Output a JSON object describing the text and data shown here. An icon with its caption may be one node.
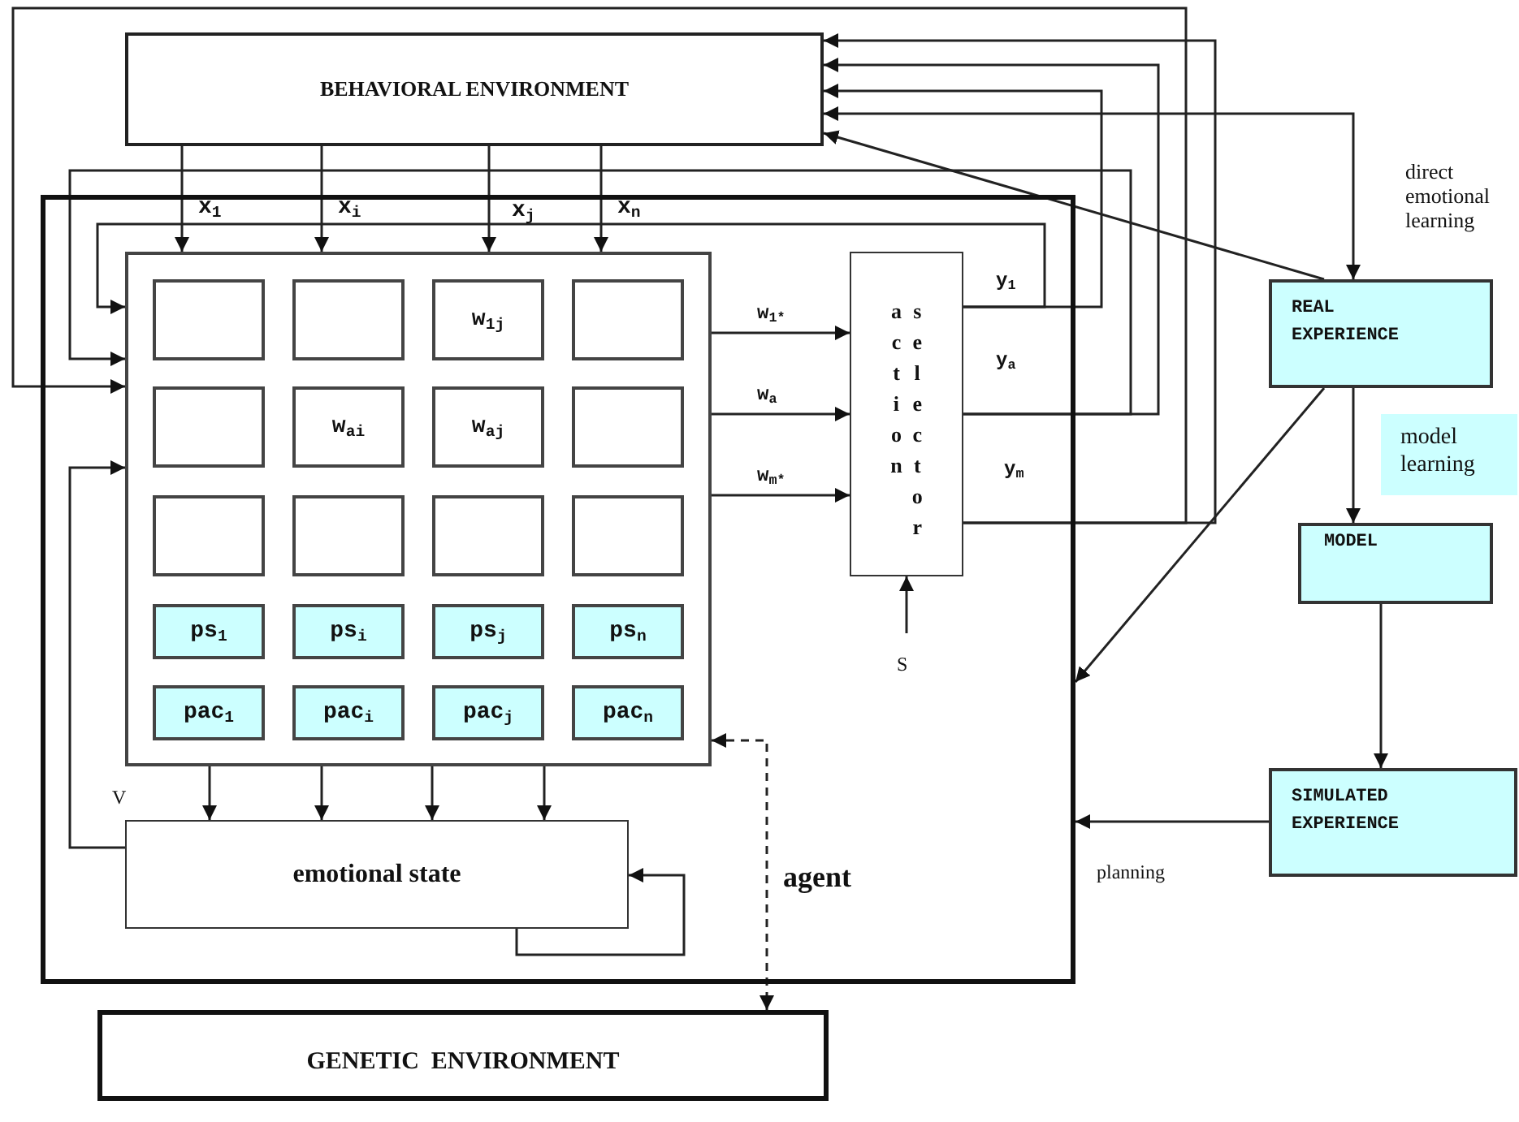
{
  "diagram": {
    "nodes": [
      {
        "text": [
          "BEHAVIORAL ENVIRONMENT"
        ]
      },
      {
        "text": [
          "agent"
        ]
      },
      {
        "text": [],
        "shape": "box",
        "in": 1
      },
      {
        "text": [],
        "shape": "box",
        "in": 2
      },
      {
        "text": [],
        "shape": "box",
        "in": 2
      },
      {
        "text": [
          "w$_{1j}$"
        ],
        "in": 2
      },
      {
        "text": [],
        "shape": "box",
        "in": 2
      },
      {
        "text": [],
        "shape": "box",
        "in": 2
      },
      {
        "text": [
          "w$_{ai}$"
        ],
        "in": 2
      },
      {
        "text": [
          "w$_{aj}$"
        ],
        "in": 2
      },
      {
        "text": [],
        "shape": "box",
        "in": 2
      },
      {
        "text": [],
        "shape": "box",
        "in": 2
      },
      {
        "text": [],
        "shape": "box",
        "in": 2
      },
      {
        "text": [],
        "shape": "box",
        "in": 2
      },
      {
        "text": [],
        "shape": "box",
        "in": 2
      },
      {
        "text": [
          "ps$_{1}$"
        ],
        "in": 2
      },
      {
        "text": [
          "ps$_{i}$"
        ],
        "in": 2
      },
      {
        "text": [
          "ps$_{j}$"
        ],
        "in": 2
      },
      {
        "text": [
          "ps$_{n}$"
        ],
        "in": 2
      },
      {
        "text": [
          "pac$_{1}$"
        ],
        "in": 2
      },
      {
        "text": [
          "pac$_{i}$"
        ],
        "in": 2
      },
      {
        "text": [
          "pac$_{j}$"
        ],
        "in": 2
      },
      {
        "text": [
          "pac$_{n}$"
        ],
        "in": 2
      },
      {
        "text": [
          "action",
          "selector"
        ],
        "in": 1
      },
      {
        "text": [
          "emotional state"
        ],
        "in": 1
      },
      {
        "text": [
          "GENETIC  ENVIRONMENT"
        ]
      },
      {
        "text": [
          "REAL EXPERIENCE"
        ]
      },
      {
        "text": [
          "model learning"
        ]
      },
      {
        "text": [
          "MODEL"
        ]
      },
      {
        "text": [
          "SIMULATED EXPERIENCE"
        ]
      }
    ],
    "edges": [
      {
        "from": 0,
        "to": 2,
        "arrow": "to",
        "label": "x$_{1}$"
      },
      {
        "from": 0,
        "to": 2,
        "arrow": "to",
        "label": "x$_{i}$"
      },
      {
        "from": 0,
        "to": 2,
        "arrow": "to",
        "label": "x$_{j}$"
      },
      {
        "from": 0,
        "to": 2,
        "arrow": "to",
        "label": "x$_{n}$"
      },
      {
        "from": 2,
        "to": 23,
        "arrow": "to",
        "label": "w$_{1*}$"
      },
      {
        "from": 2,
        "to": 23,
        "arrow": "to",
        "label": "w$_{a}$"
      },
      {
        "from": 2,
        "to": 23,
        "arrow": "to",
        "label": "w$_{m*}$"
      },
      {
        "from": 23,
        "to": 0,
        "arrow": "to",
        "label": "y$_{1}$"
      },
      {
        "from": 23,
        "to": 0,
        "arrow": "to",
        "label": "y$_{a}$"
      },
      {
        "from": 23,
        "to": 0,
        "arrow": "to",
        "label": "y$_{m}$"
      },
      {
        "from": 23,
        "to": 2,
        "arrow": "to"
      },
      {
        "from": 23,
        "to": 2,
        "arrow": "to"
      },
      {
        "from": 23,
        "to": 2,
        "arrow": "to"
      },
      {
        "from": 24,
        "to": 2,
        "arrow": "to",
        "label": "V"
      },
      {
        "from": 2,
        "to": 24,
        "arrow": "to"
      },
      {
        "from": 2,
        "to": 24,
        "arrow": "to"
      },
      {
        "from": 2,
        "to": 24,
        "arrow": "to"
      },
      {
        "from": 2,
        "to": 24,
        "arrow": "to"
      },
      {
        "from": 24,
        "to": 24,
        "arrow": "to"
      },
      {
        "from": null,
        "to": 23,
        "arrow": "to",
        "label": "S"
      },
      {
        "from": 2,
        "to": 25,
        "arrow": "both",
        "style": "dashed"
      },
      {
        "from": 26,
        "to": 0,
        "arrow": "to"
      },
      {
        "from": 0,
        "to": 26,
        "arrow": "both",
        "label": "direct emotional learning"
      },
      {
        "from": 26,
        "to": 1,
        "arrow": "to"
      },
      {
        "from": 26,
        "to": 28,
        "arrow": "to"
      },
      {
        "from": 28,
        "to": 29,
        "arrow": "to"
      },
      {
        "from": 29,
        "to": 1,
        "arrow": "to",
        "label": "planning"
      }
    ]
  }
}
